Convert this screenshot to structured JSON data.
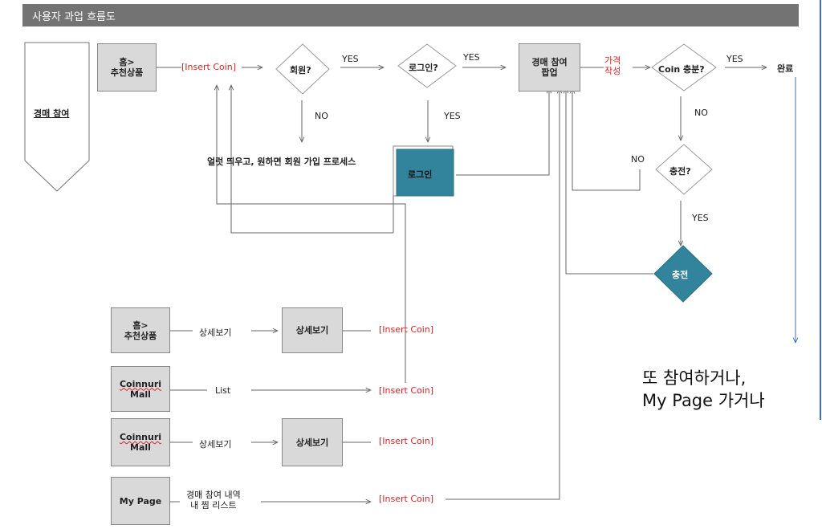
{
  "header": {
    "title": "사용자 과업 흐름도"
  },
  "start_block": {
    "label": "경매 참여"
  },
  "main_flow": {
    "home_box": "홈>\n추천상품",
    "insert_coin": "[Insert Coin]",
    "member_q": "회원?",
    "login_q": "로그인?",
    "yes1": "YES",
    "yes2": "YES",
    "no_member": "NO",
    "yes_login": "YES",
    "alert_text": "얼럿 띄우고, 원하면 회원 가입 프로세스",
    "login_box": "로그인",
    "popup_box": "경매 참여\n팝업",
    "price_write": "가격\n작성",
    "coin_q": "Coin 충분?",
    "yes3": "YES",
    "done": "완료",
    "no_coin": "NO",
    "charge_q": "충전?",
    "no_charge": "NO",
    "yes_charge": "YES",
    "charge_box": "충전"
  },
  "entry_rows": [
    {
      "source": "홈>\n추천상품",
      "action": "상세보기",
      "detail": "상세보기",
      "insert": "[Insert Coin]"
    },
    {
      "source_a": "Coinnuri",
      "source_b": "Mall",
      "action": "List",
      "insert": "[Insert Coin]"
    },
    {
      "source_a": "Coinnuri",
      "source_b": "Mall",
      "action": "상세보기",
      "detail": "상세보기",
      "insert": "[Insert Coin]"
    },
    {
      "source": "My Page",
      "action": "경매 참여 내역\n내 찜 리스트",
      "insert": "[Insert Coin]"
    }
  ],
  "note": "또 참여하거나,\nMy Page 가거나",
  "colors": {
    "header_bg": "#737373",
    "box_fill": "#d9d9d9",
    "teal": "#31849b",
    "red_text": "#e02020",
    "blue_line": "#3c6fc4"
  }
}
